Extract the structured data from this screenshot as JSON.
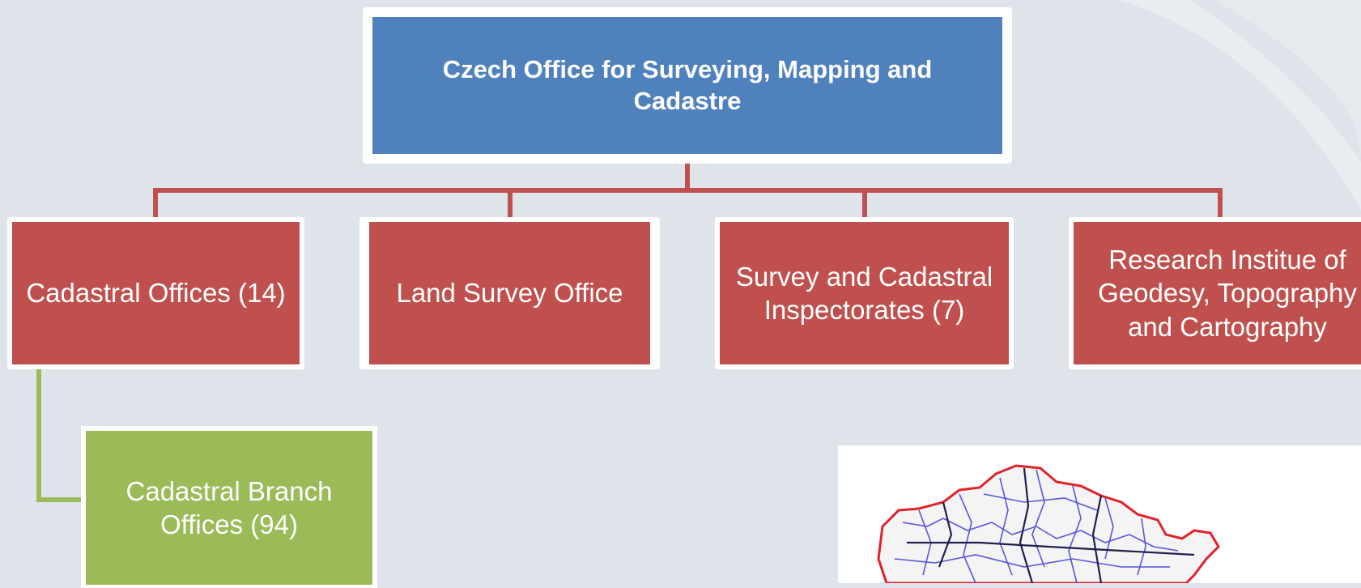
{
  "org_chart": {
    "root": {
      "label": "Czech Office for Surveying, Mapping and Cadastre"
    },
    "children": [
      {
        "label": "Cadastral Offices (14)"
      },
      {
        "label": "Land Survey Office"
      },
      {
        "label": "Survey and Cadastral Inspectorates (7)"
      },
      {
        "label": "Research Institue of Geodesy, Topography and Cartography"
      }
    ],
    "sub_children": [
      {
        "parent": "Cadastral Offices (14)",
        "label": "Cadastral Branch Offices (94)"
      }
    ]
  },
  "colors": {
    "background": "#dfe4ea",
    "root_fill": "#4f81bd",
    "child_fill": "#c0504d",
    "sub_child_fill": "#9bbb59",
    "red_connector": "#c0504d",
    "green_connector": "#9bbb59"
  },
  "map_image": {
    "description_icon": "czech-republic-map"
  }
}
